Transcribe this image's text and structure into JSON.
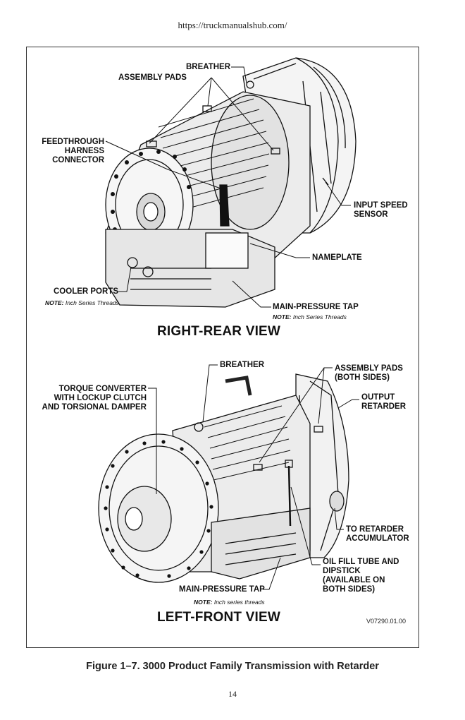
{
  "header": {
    "url": "https://truckmanualshub.com/"
  },
  "right_rear": {
    "title": "RIGHT-REAR  VIEW",
    "breather": "BREATHER",
    "assembly_pads": "ASSEMBLY  PADS",
    "feedthrough": [
      "FEEDTHROUGH",
      "HARNESS",
      "CONNECTOR"
    ],
    "input_speed": [
      "INPUT  SPEED",
      "SENSOR"
    ],
    "nameplate": "NAMEPLATE",
    "cooler_ports": "COOLER  PORTS",
    "cooler_note_label": "NOTE:",
    "cooler_note_text": "Inch Series Threads",
    "main_pressure": "MAIN-PRESSURE  TAP",
    "main_note_label": "NOTE:",
    "main_note_text": "Inch Series Threads"
  },
  "left_front": {
    "title": "LEFT-FRONT  VIEW",
    "breather": "BREATHER",
    "assembly_pads": [
      "ASSEMBLY  PADS",
      "(BOTH  SIDES)"
    ],
    "torque_converter": [
      "TORQUE  CONVERTER",
      "WITH  LOCKUP  CLUTCH",
      "AND  TORSIONAL  DAMPER"
    ],
    "output_retarder": [
      "OUTPUT",
      "RETARDER"
    ],
    "to_retarder": [
      "TO  RETARDER",
      "ACCUMULATOR"
    ],
    "oil_fill": [
      "OIL  FILL  TUBE  AND",
      "DIPSTICK",
      "(AVAILABLE  ON",
      "BOTH  SIDES)"
    ],
    "main_pressure": "MAIN-PRESSURE  TAP",
    "main_note_label": "NOTE:",
    "main_note_text": "Inch series threads",
    "code": "V07290.01.00"
  },
  "caption": "Figure 1–7. 3000 Product Family Transmission with Retarder",
  "page_number": "14"
}
